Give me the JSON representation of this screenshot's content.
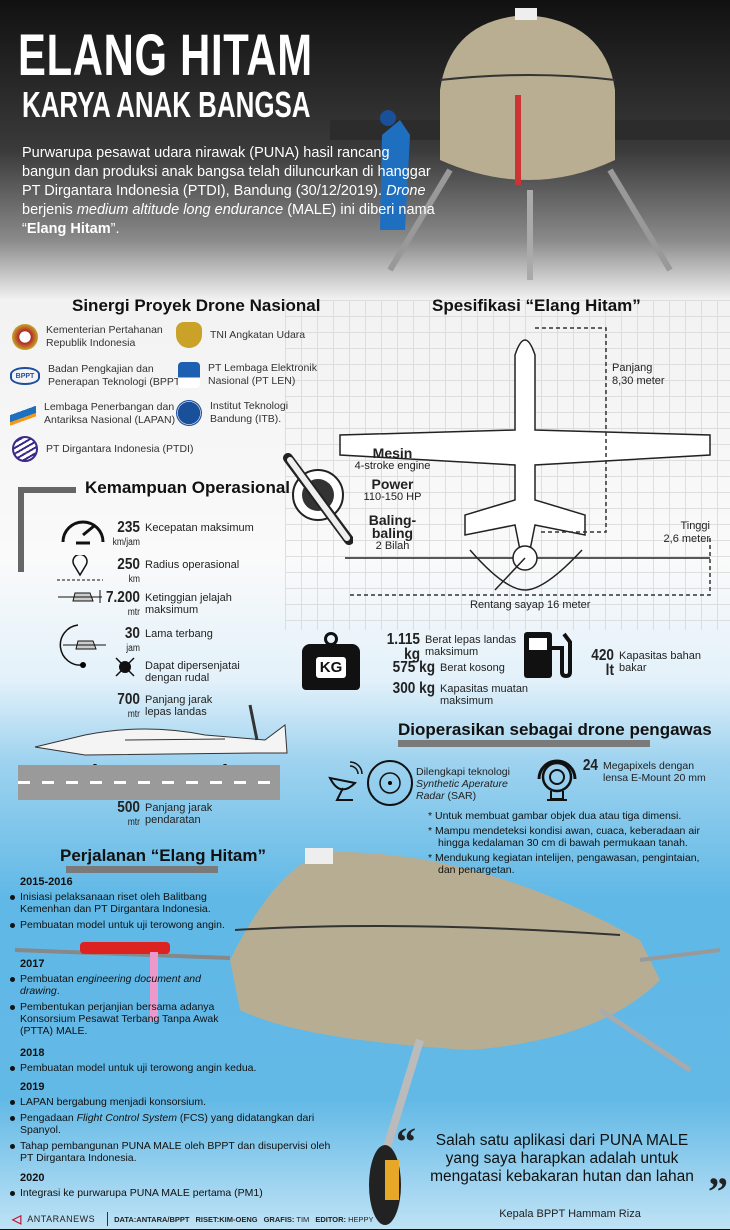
{
  "header": {
    "title": "ELANG HITAM",
    "subtitle": "KARYA ANAK BANGSA",
    "intro_1": "Purwarupa pesawat udara nirawak (PUNA) hasil rancang bangun dan produksi anak bangsa telah diluncurkan di hanggar PT Dirgantara Indonesia (PTDI), Bandung (30/12/2019). ",
    "intro_drone": "Drone",
    "intro_2": " berjenis ",
    "intro_male": "medium altitude long endurance",
    "intro_3": " (MALE) ini diberi nama “",
    "intro_name": "Elang Hitam",
    "intro_4": "”."
  },
  "sinergi": {
    "title": "Sinergi Proyek Drone Nasional",
    "orgs": [
      {
        "name": "Kementerian Pertahanan Republik Indonesia",
        "color": "#b0242a"
      },
      {
        "name": "TNI Angkatan Udara",
        "color": "#c9a227"
      },
      {
        "name": "Badan Pengkajian dan Penerapan Teknologi (BPPT)",
        "color": "#1d4f9c"
      },
      {
        "name": "PT Lembaga Elektronik Nasional (PT LEN)",
        "color": "#1d5fb0"
      },
      {
        "name": "Lembaga Penerbangan dan Antariksa Nasional (LAPAN)",
        "color": "#1d6fc0"
      },
      {
        "name": "Institut Teknologi Bandung (ITB).",
        "color": "#1a4f9a"
      },
      {
        "name": "PT Dirgantara Indonesia (PTDI)",
        "color": "#3b2a8a"
      }
    ]
  },
  "spesifikasi": {
    "title": "Spesifikasi “Elang Hitam”",
    "panjang_label": "Panjang",
    "panjang": "8,30 meter",
    "tinggi_label": "Tinggi",
    "tinggi": "2,6 meter",
    "rentang": "Rentang sayap 16 meter",
    "mesin_label": "Mesin",
    "mesin": "4-stroke engine",
    "power_label": "Power",
    "power": "110-150 HP",
    "baling_label": "Baling-baling",
    "baling": "2 Bilah",
    "weights": [
      {
        "value": "1.115 kg",
        "label": "Berat lepas landas maksimum"
      },
      {
        "value": "575 kg",
        "label": "Berat kosong"
      },
      {
        "value": "300 kg",
        "label": "Kapasitas muatan maksimum"
      }
    ],
    "kg_icon": "KG",
    "fuel": {
      "value": "420 lt",
      "label": "Kapasitas bahan bakar"
    }
  },
  "kemampuan": {
    "title": "Kemampuan Operasional",
    "items": [
      {
        "value": "235",
        "unit": "km/jam",
        "label": "Kecepatan maksimum"
      },
      {
        "value": "250",
        "unit": "km",
        "label": "Radius operasional"
      },
      {
        "value": "7.200",
        "unit": "mtr",
        "label": "Ketinggian jelajah maksimum"
      },
      {
        "value": "30",
        "unit": "jam",
        "label": "Lama terbang"
      },
      {
        "value": "",
        "unit": "",
        "label": "Dapat dipersenjatai dengan rudal"
      },
      {
        "value": "700",
        "unit": "mtr",
        "label": "Panjang jarak lepas landas"
      },
      {
        "value": "500",
        "unit": "mtr",
        "label": "Panjang jarak pendaratan"
      }
    ]
  },
  "pengawas": {
    "title": "Dioperasikan sebagai drone pengawas",
    "sar_1": "Dilengkapi teknologi",
    "sar_2": "Synthetic Aperature",
    "sar_3": "Radar",
    "sar_4": " (SAR)",
    "cam_value": "24",
    "cam_label": "Megapixels dengan lensa E-Mount 20 mm",
    "notes": [
      "* Untuk membuat gambar objek dua atau tiga dimensi.",
      "* Mampu mendeteksi kondisi awan, cuaca, keberadaan air hingga kedalaman 30 cm di bawah permukaan tanah.",
      "* Mendukung kegiatan intelijen, pengawasan, pengintaian, dan penargetan."
    ]
  },
  "perjalanan": {
    "title": "Perjalanan “Elang Hitam”",
    "y2015": "2015-2016",
    "y2015_items": [
      "Inisiasi pelaksanaan riset oleh Balitbang Kemenhan dan PT Dirgantara Indonesia.",
      "Pembuatan model untuk uji terowong angin."
    ],
    "y2017": "2017",
    "y2017_a1": "Pembuatan ",
    "y2017_a2": "engineering document and drawing",
    "y2017_a3": ".",
    "y2017_b": "Pembentukan perjanjian bersama adanya Konsorsium Pesawat Terbang Tanpa Awak (PTTA) MALE.",
    "y2018": "2018",
    "y2018_items": [
      "Pembuatan model untuk uji terowong angin kedua."
    ],
    "y2019": "2019",
    "y2019_a": "LAPAN bergabung menjadi konsorsium.",
    "y2019_b1": "Pengadaan ",
    "y2019_b2": "Flight Control System",
    "y2019_b3": " (FCS) yang didatangkan dari Spanyol.",
    "y2019_c": "Tahap pembangunan PUNA MALE oleh BPPT dan disupervisi oleh PT Dirgantara Indonesia.",
    "y2020": "2020",
    "y2020_items": [
      "Integrasi ke purwarupa PUNA MALE pertama (PM1)"
    ]
  },
  "quote": {
    "text": "Salah satu aplikasi dari PUNA MALE yang saya harapkan adalah untuk mengatasi kebakaran hutan dan lahan",
    "author": "Kepala BPPT Hammam Riza"
  },
  "footer": {
    "brand": "ANTARANEWS",
    "data": "DATA:ANTARA/BPPT",
    "riset": "RISET:KIM-OENG",
    "grafis_label": "GRAFIS:",
    "grafis": "TIM",
    "editor_label": "EDITOR:",
    "editor": "HEPPY"
  }
}
